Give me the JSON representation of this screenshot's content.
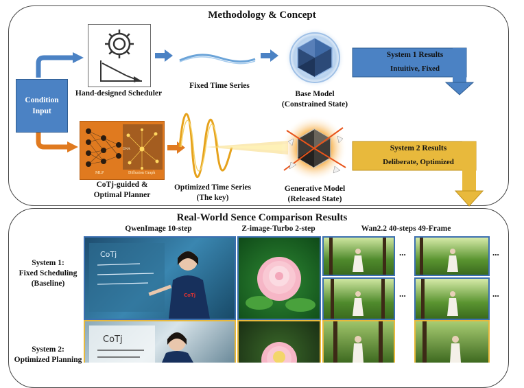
{
  "methodology": {
    "title": "Methodology & Concept",
    "condition_input": "Condition Input",
    "scheduler_label": "Hand-designed Scheduler",
    "fixed_series_label": "Fixed Time Series",
    "base_model_label_1": "Base Model",
    "base_model_label_2": "(Constrained State)",
    "planner_label_1": "CoTj-guided &",
    "planner_label_2": "Optimal Planner",
    "planner_inner_mlp": "MLP",
    "planner_inner_diffusion": "Diffusion Graph",
    "planner_inner_dna": "DNA",
    "optimized_series_label_1": "Optimized Time Series",
    "optimized_series_label_2": "(The key)",
    "gen_model_label_1": "Generative Model",
    "gen_model_label_2": "(Released State)",
    "system1_title": "System 1 Results",
    "system1_sub": "Intuitive, Fixed",
    "system2_title": "System 2 Results",
    "system2_sub": "Deliberate, Optimized"
  },
  "comparison": {
    "title": "Real-World Sence Comparison Results",
    "col1": "QwenImage 10-step",
    "col2": "Z-image-Turbo 2-step",
    "col3": "Wan2.2 40-steps 49-Frame",
    "row1_1": "System 1:",
    "row1_2": "Fixed Scheduling",
    "row1_3": "(Baseline)",
    "row2_1": "System 2:",
    "row2_2": "Optimized Planning",
    "ellipsis": "...",
    "board_text_1": "CoTj",
    "board_text_2": "CoTj",
    "shirt_text": "CoTj"
  },
  "colors": {
    "blue": "#4b82c4",
    "orange": "#e07a1f",
    "gold": "#e8b93c",
    "system1_frame": "#3b6fb0",
    "system2_frame": "#e8b93c"
  }
}
